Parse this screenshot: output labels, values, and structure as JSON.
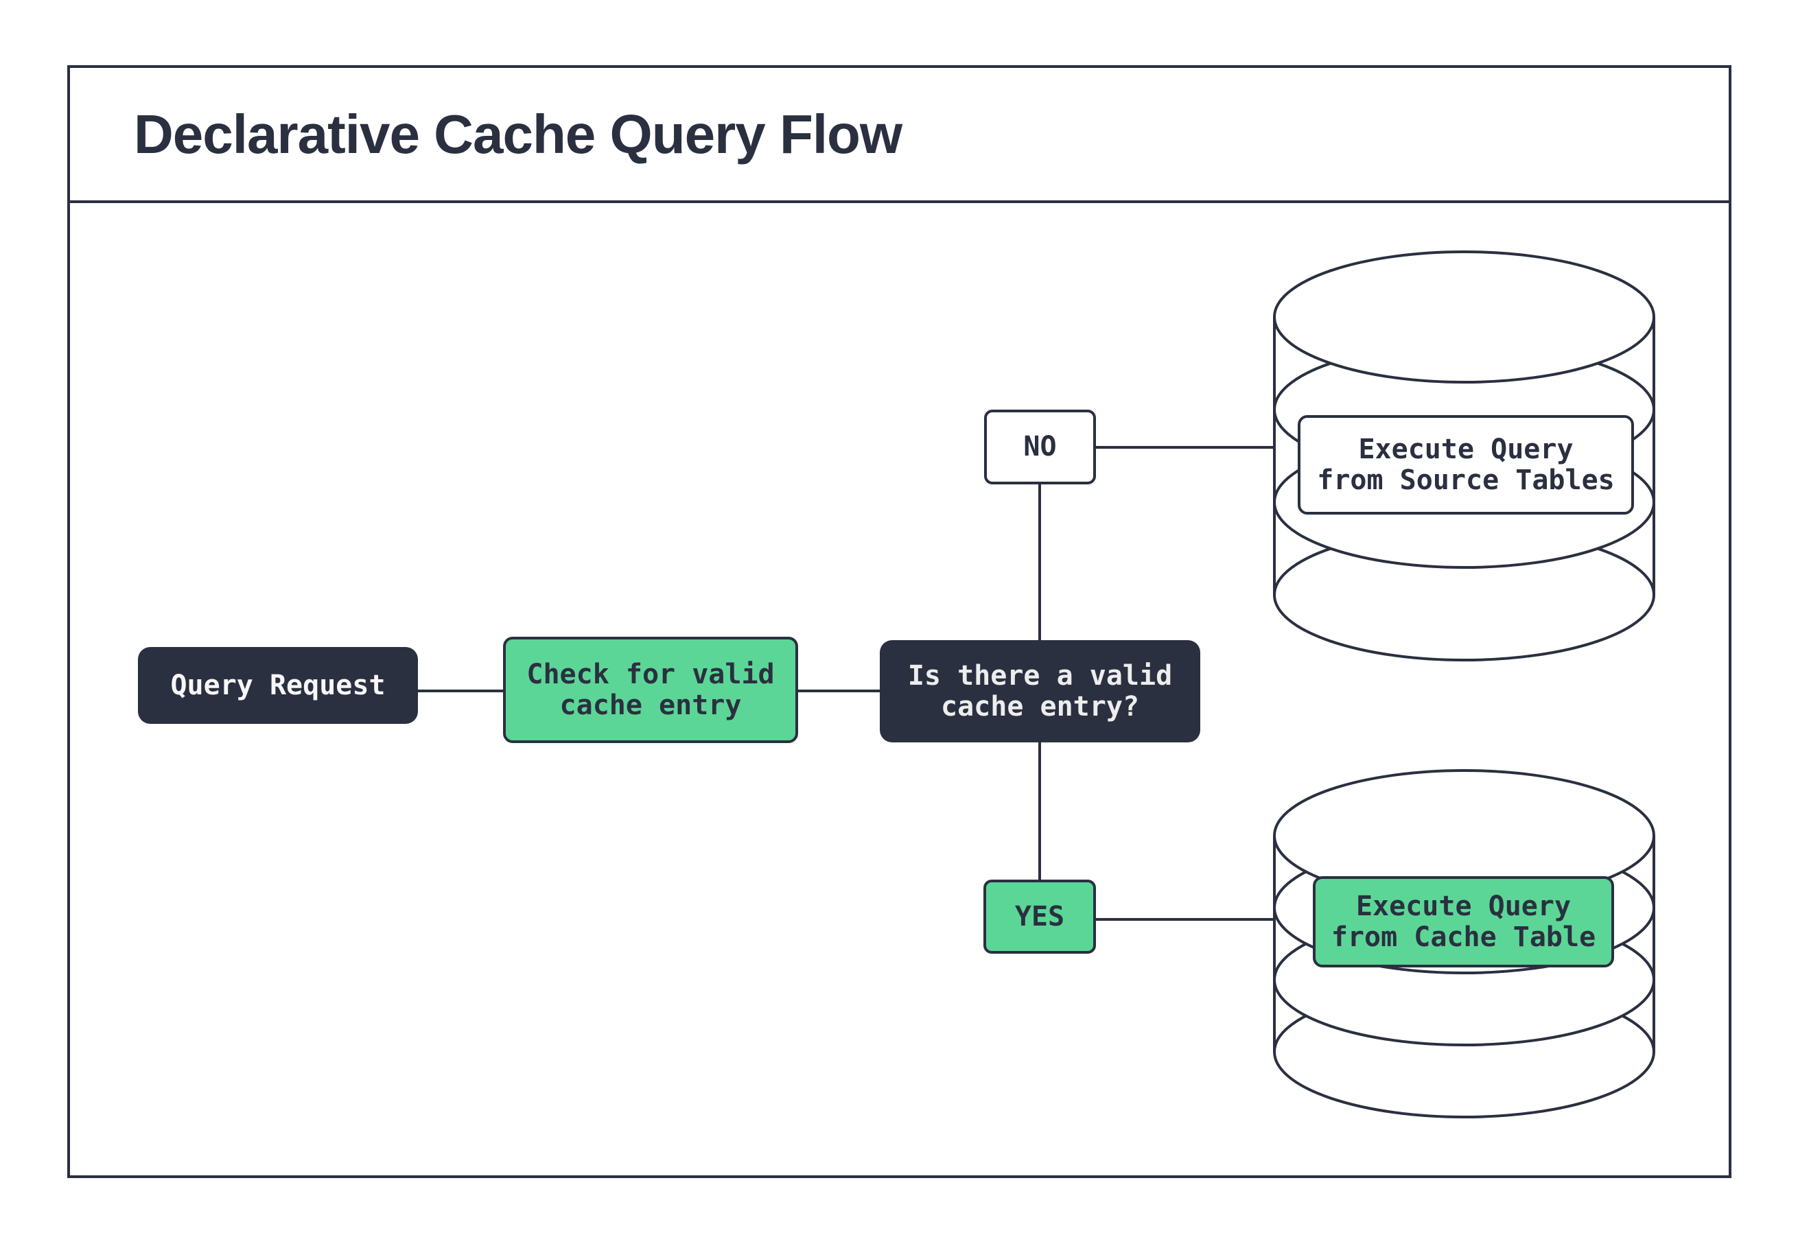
{
  "header": {
    "title": "Declarative Cache Query Flow"
  },
  "colors": {
    "dark": "#2A3040",
    "green": "#5CD696",
    "light_text": "#EDEDED",
    "background": "#FFFFFF"
  },
  "flow": {
    "query_request": {
      "label": "Query Request"
    },
    "check_cache": {
      "lines": [
        "Check for valid",
        "cache entry"
      ]
    },
    "decision": {
      "lines": [
        "Is there a valid",
        "cache entry?"
      ]
    },
    "branch_no": {
      "label": "NO"
    },
    "branch_yes": {
      "label": "YES"
    },
    "source_db": {
      "lines": [
        "Execute Query",
        "from Source Tables"
      ]
    },
    "cache_db": {
      "lines": [
        "Execute Query",
        "from Cache Table"
      ]
    }
  }
}
